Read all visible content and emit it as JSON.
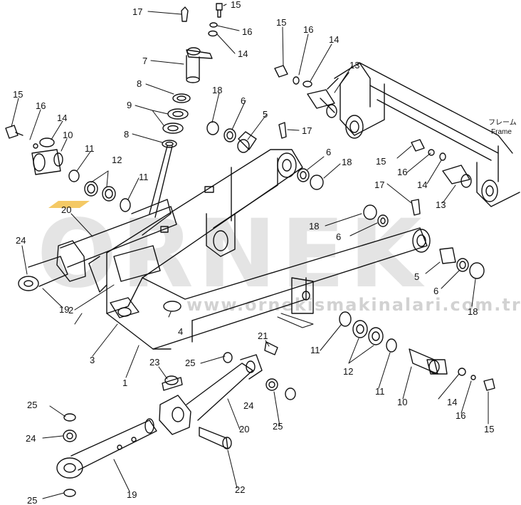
{
  "frame_label_jp": "フレーム",
  "frame_label_en": "Frame",
  "watermark_word": "ORNEK",
  "watermark_url": "www.ornekismakinalari.com.tr",
  "colors": {
    "line": "#111111",
    "watermark": "#e6e6e6",
    "accent": "#f2c04a"
  },
  "callouts": [
    {
      "id": "c17a",
      "text": "17"
    },
    {
      "id": "c15a",
      "text": "15"
    },
    {
      "id": "c16a",
      "text": "16"
    },
    {
      "id": "c14a",
      "text": "14"
    },
    {
      "id": "c7",
      "text": "7"
    },
    {
      "id": "c8a",
      "text": "8"
    },
    {
      "id": "c9",
      "text": "9"
    },
    {
      "id": "c8b",
      "text": "8"
    },
    {
      "id": "c18a",
      "text": "18"
    },
    {
      "id": "c6a",
      "text": "6"
    },
    {
      "id": "c5a",
      "text": "5"
    },
    {
      "id": "c17b",
      "text": "17"
    },
    {
      "id": "c15b",
      "text": "15"
    },
    {
      "id": "c16b",
      "text": "16"
    },
    {
      "id": "c14b",
      "text": "14"
    },
    {
      "id": "c13a",
      "text": "13"
    },
    {
      "id": "c15c",
      "text": "15"
    },
    {
      "id": "c16c",
      "text": "16"
    },
    {
      "id": "c14c",
      "text": "14"
    },
    {
      "id": "c10a",
      "text": "10"
    },
    {
      "id": "c11a",
      "text": "11"
    },
    {
      "id": "c12a",
      "text": "12"
    },
    {
      "id": "c11b",
      "text": "11"
    },
    {
      "id": "c20a",
      "text": "20"
    },
    {
      "id": "c24a",
      "text": "24"
    },
    {
      "id": "c19a",
      "text": "19"
    },
    {
      "id": "c6b",
      "text": "6"
    },
    {
      "id": "c18b",
      "text": "18"
    },
    {
      "id": "c15d",
      "text": "15"
    },
    {
      "id": "c16d",
      "text": "16"
    },
    {
      "id": "c14d",
      "text": "14"
    },
    {
      "id": "c13b",
      "text": "13"
    },
    {
      "id": "c17c",
      "text": "17"
    },
    {
      "id": "c18c",
      "text": "18"
    },
    {
      "id": "c6c",
      "text": "6"
    },
    {
      "id": "c5b",
      "text": "5"
    },
    {
      "id": "c6d",
      "text": "6"
    },
    {
      "id": "c18d",
      "text": "18"
    },
    {
      "id": "c2",
      "text": "2"
    },
    {
      "id": "c4",
      "text": "4"
    },
    {
      "id": "c3",
      "text": "3"
    },
    {
      "id": "c1",
      "text": "1"
    },
    {
      "id": "c21",
      "text": "21"
    },
    {
      "id": "c11c",
      "text": "11"
    },
    {
      "id": "c12b",
      "text": "12"
    },
    {
      "id": "c11d",
      "text": "11"
    },
    {
      "id": "c10b",
      "text": "10"
    },
    {
      "id": "c14e",
      "text": "14"
    },
    {
      "id": "c16e",
      "text": "16"
    },
    {
      "id": "c15e",
      "text": "15"
    },
    {
      "id": "c23",
      "text": "23"
    },
    {
      "id": "c25a",
      "text": "25"
    },
    {
      "id": "c24b",
      "text": "24"
    },
    {
      "id": "c20b",
      "text": "20"
    },
    {
      "id": "c25b",
      "text": "25"
    },
    {
      "id": "c25c",
      "text": "25"
    },
    {
      "id": "c24c",
      "text": "24"
    },
    {
      "id": "c19b",
      "text": "19"
    },
    {
      "id": "c22",
      "text": "22"
    },
    {
      "id": "c25d",
      "text": "25"
    }
  ]
}
